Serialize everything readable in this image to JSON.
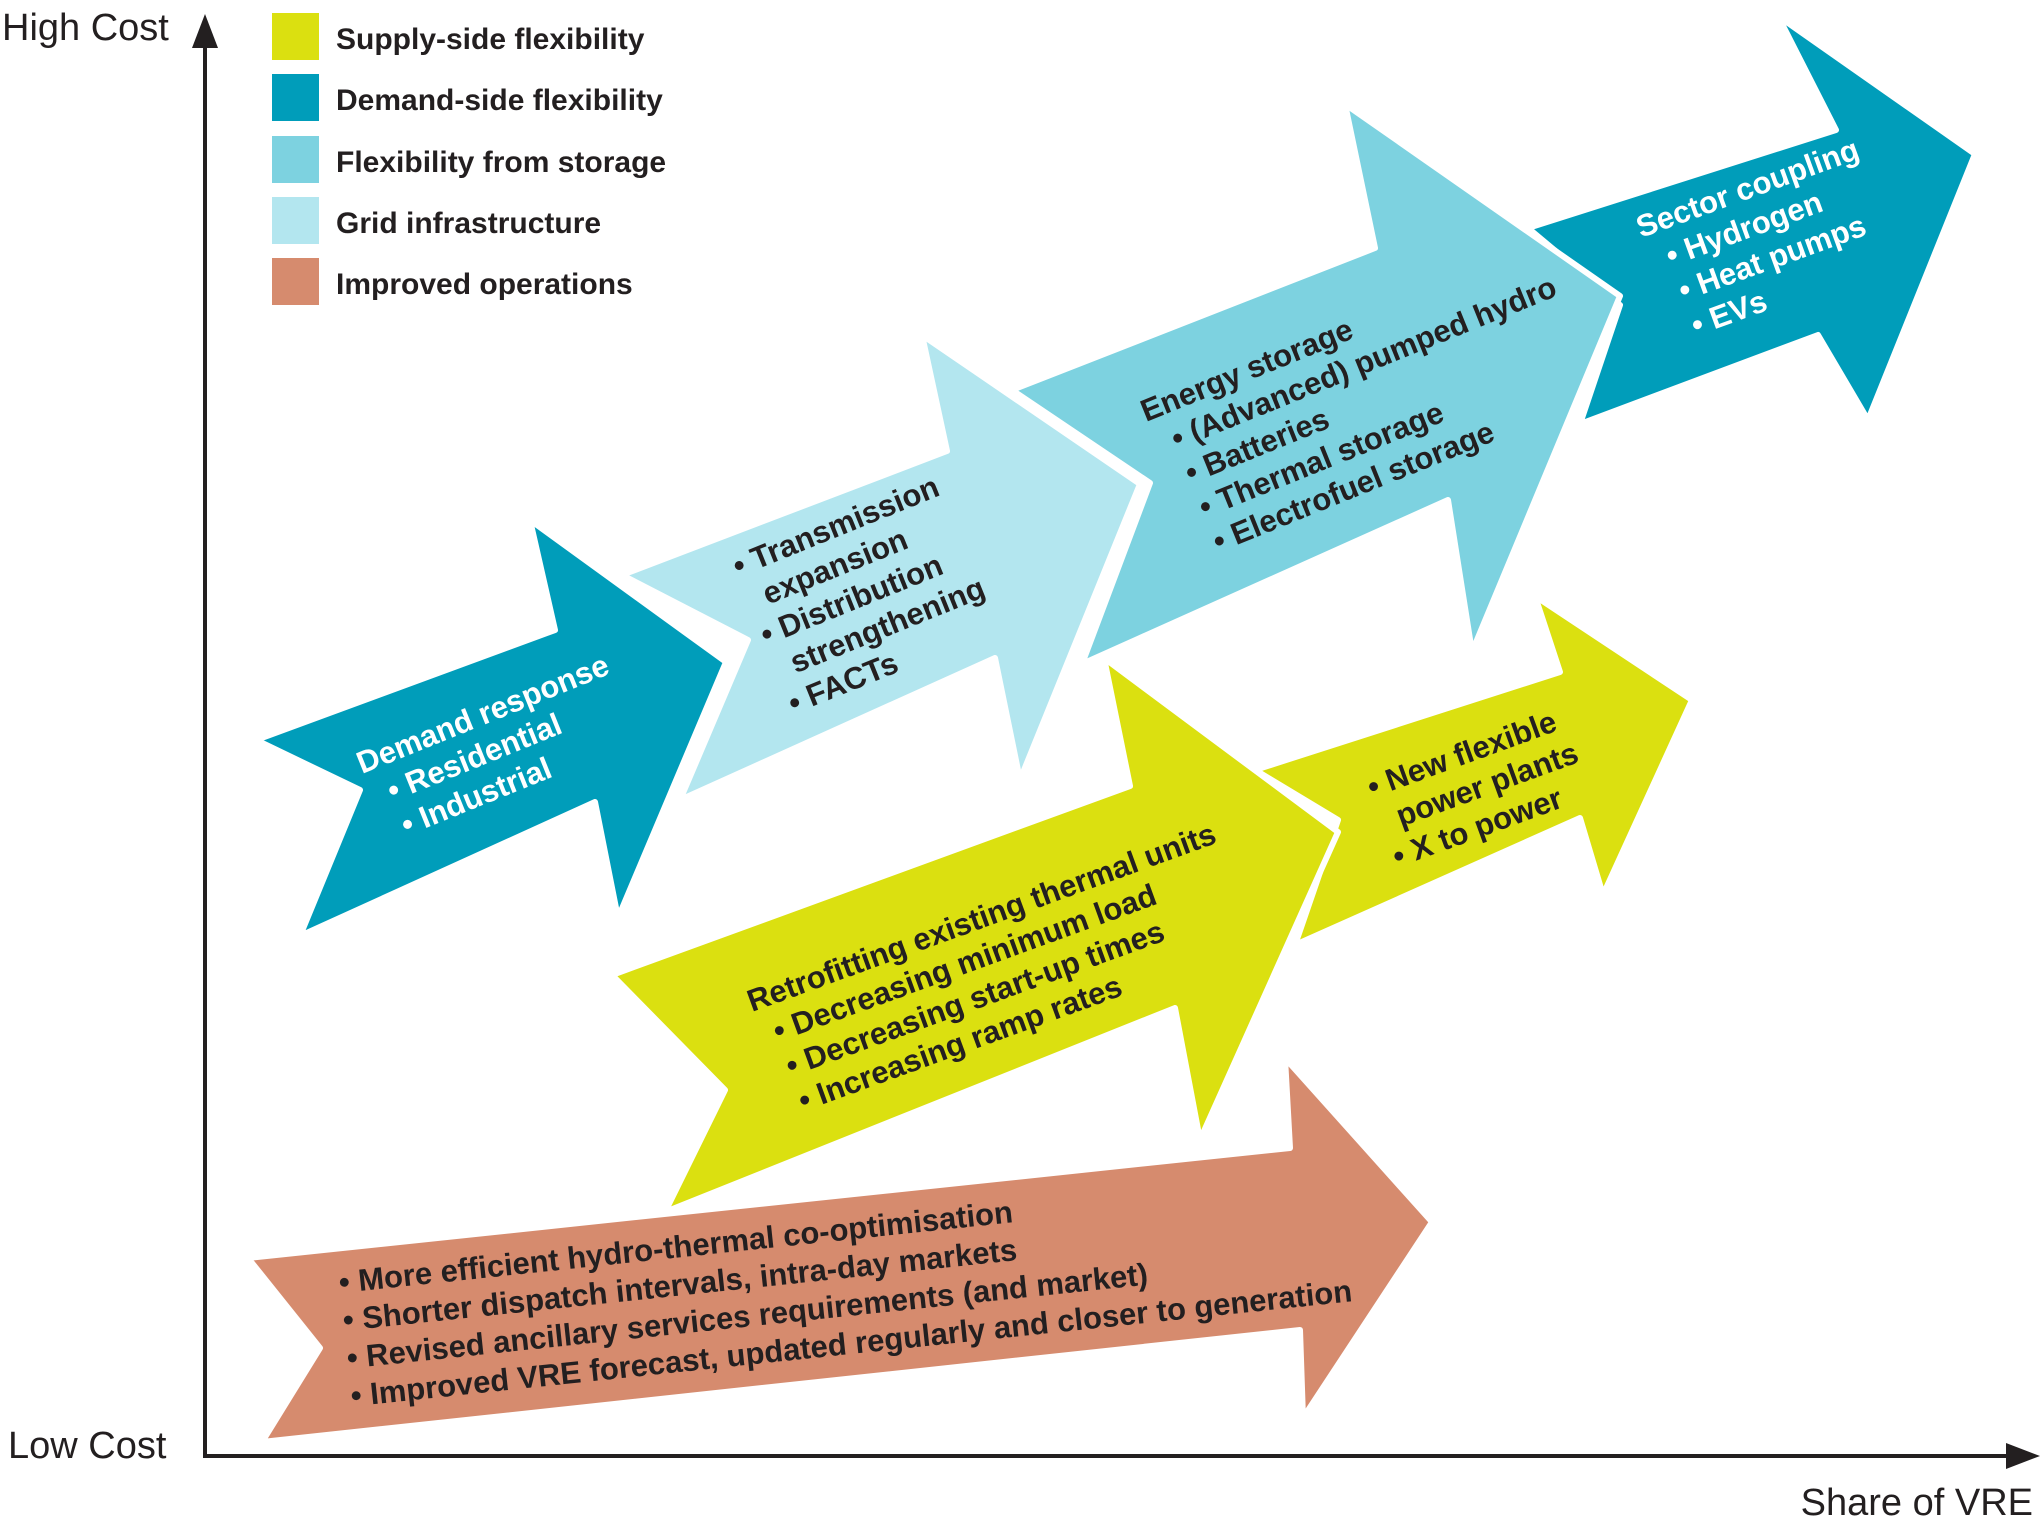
{
  "axes": {
    "y_high_label": "High Cost",
    "y_low_label": "Low Cost",
    "x_label": "Share of VRE"
  },
  "legend": [
    {
      "label": "Supply-side flexibility",
      "color": "#dbe010"
    },
    {
      "label": "Demand-side flexibility",
      "color": "#009dba"
    },
    {
      "label": "Flexibility from storage",
      "color": "#7dd2e0"
    },
    {
      "label": "Grid infrastructure",
      "color": "#b3e6ef"
    },
    {
      "label": "Improved operations",
      "color": "#d68b6e"
    }
  ],
  "arrows": {
    "demand_response": [
      "Demand response",
      "• Residential",
      "• Industrial"
    ],
    "grid": [
      "• Transmission",
      "  expansion",
      "• Distribution",
      "  strengthening",
      "• FACTs"
    ],
    "storage": [
      "Energy storage",
      "• (Advanced) pumped hydro",
      "• Batteries",
      "• Thermal storage",
      "• Electrofuel storage"
    ],
    "sector_coupling": [
      "Sector coupling",
      "• Hydrogen",
      "• Heat pumps",
      "• EVs"
    ],
    "retrofit": [
      "Retrofitting existing thermal units",
      "• Decreasing minimum load",
      "• Decreasing start-up times",
      "• Increasing ramp rates"
    ],
    "new_plants": [
      "• New flexible",
      "  power plants",
      "• X to power"
    ],
    "operations": [
      "• More efficient hydro-thermal co-optimisation",
      "• Shorter dispatch intervals, intra-day markets",
      "• Revised ancillary services requirements (and market)",
      "• Improved VRE forecast, updated regularly and closer to generation"
    ]
  }
}
